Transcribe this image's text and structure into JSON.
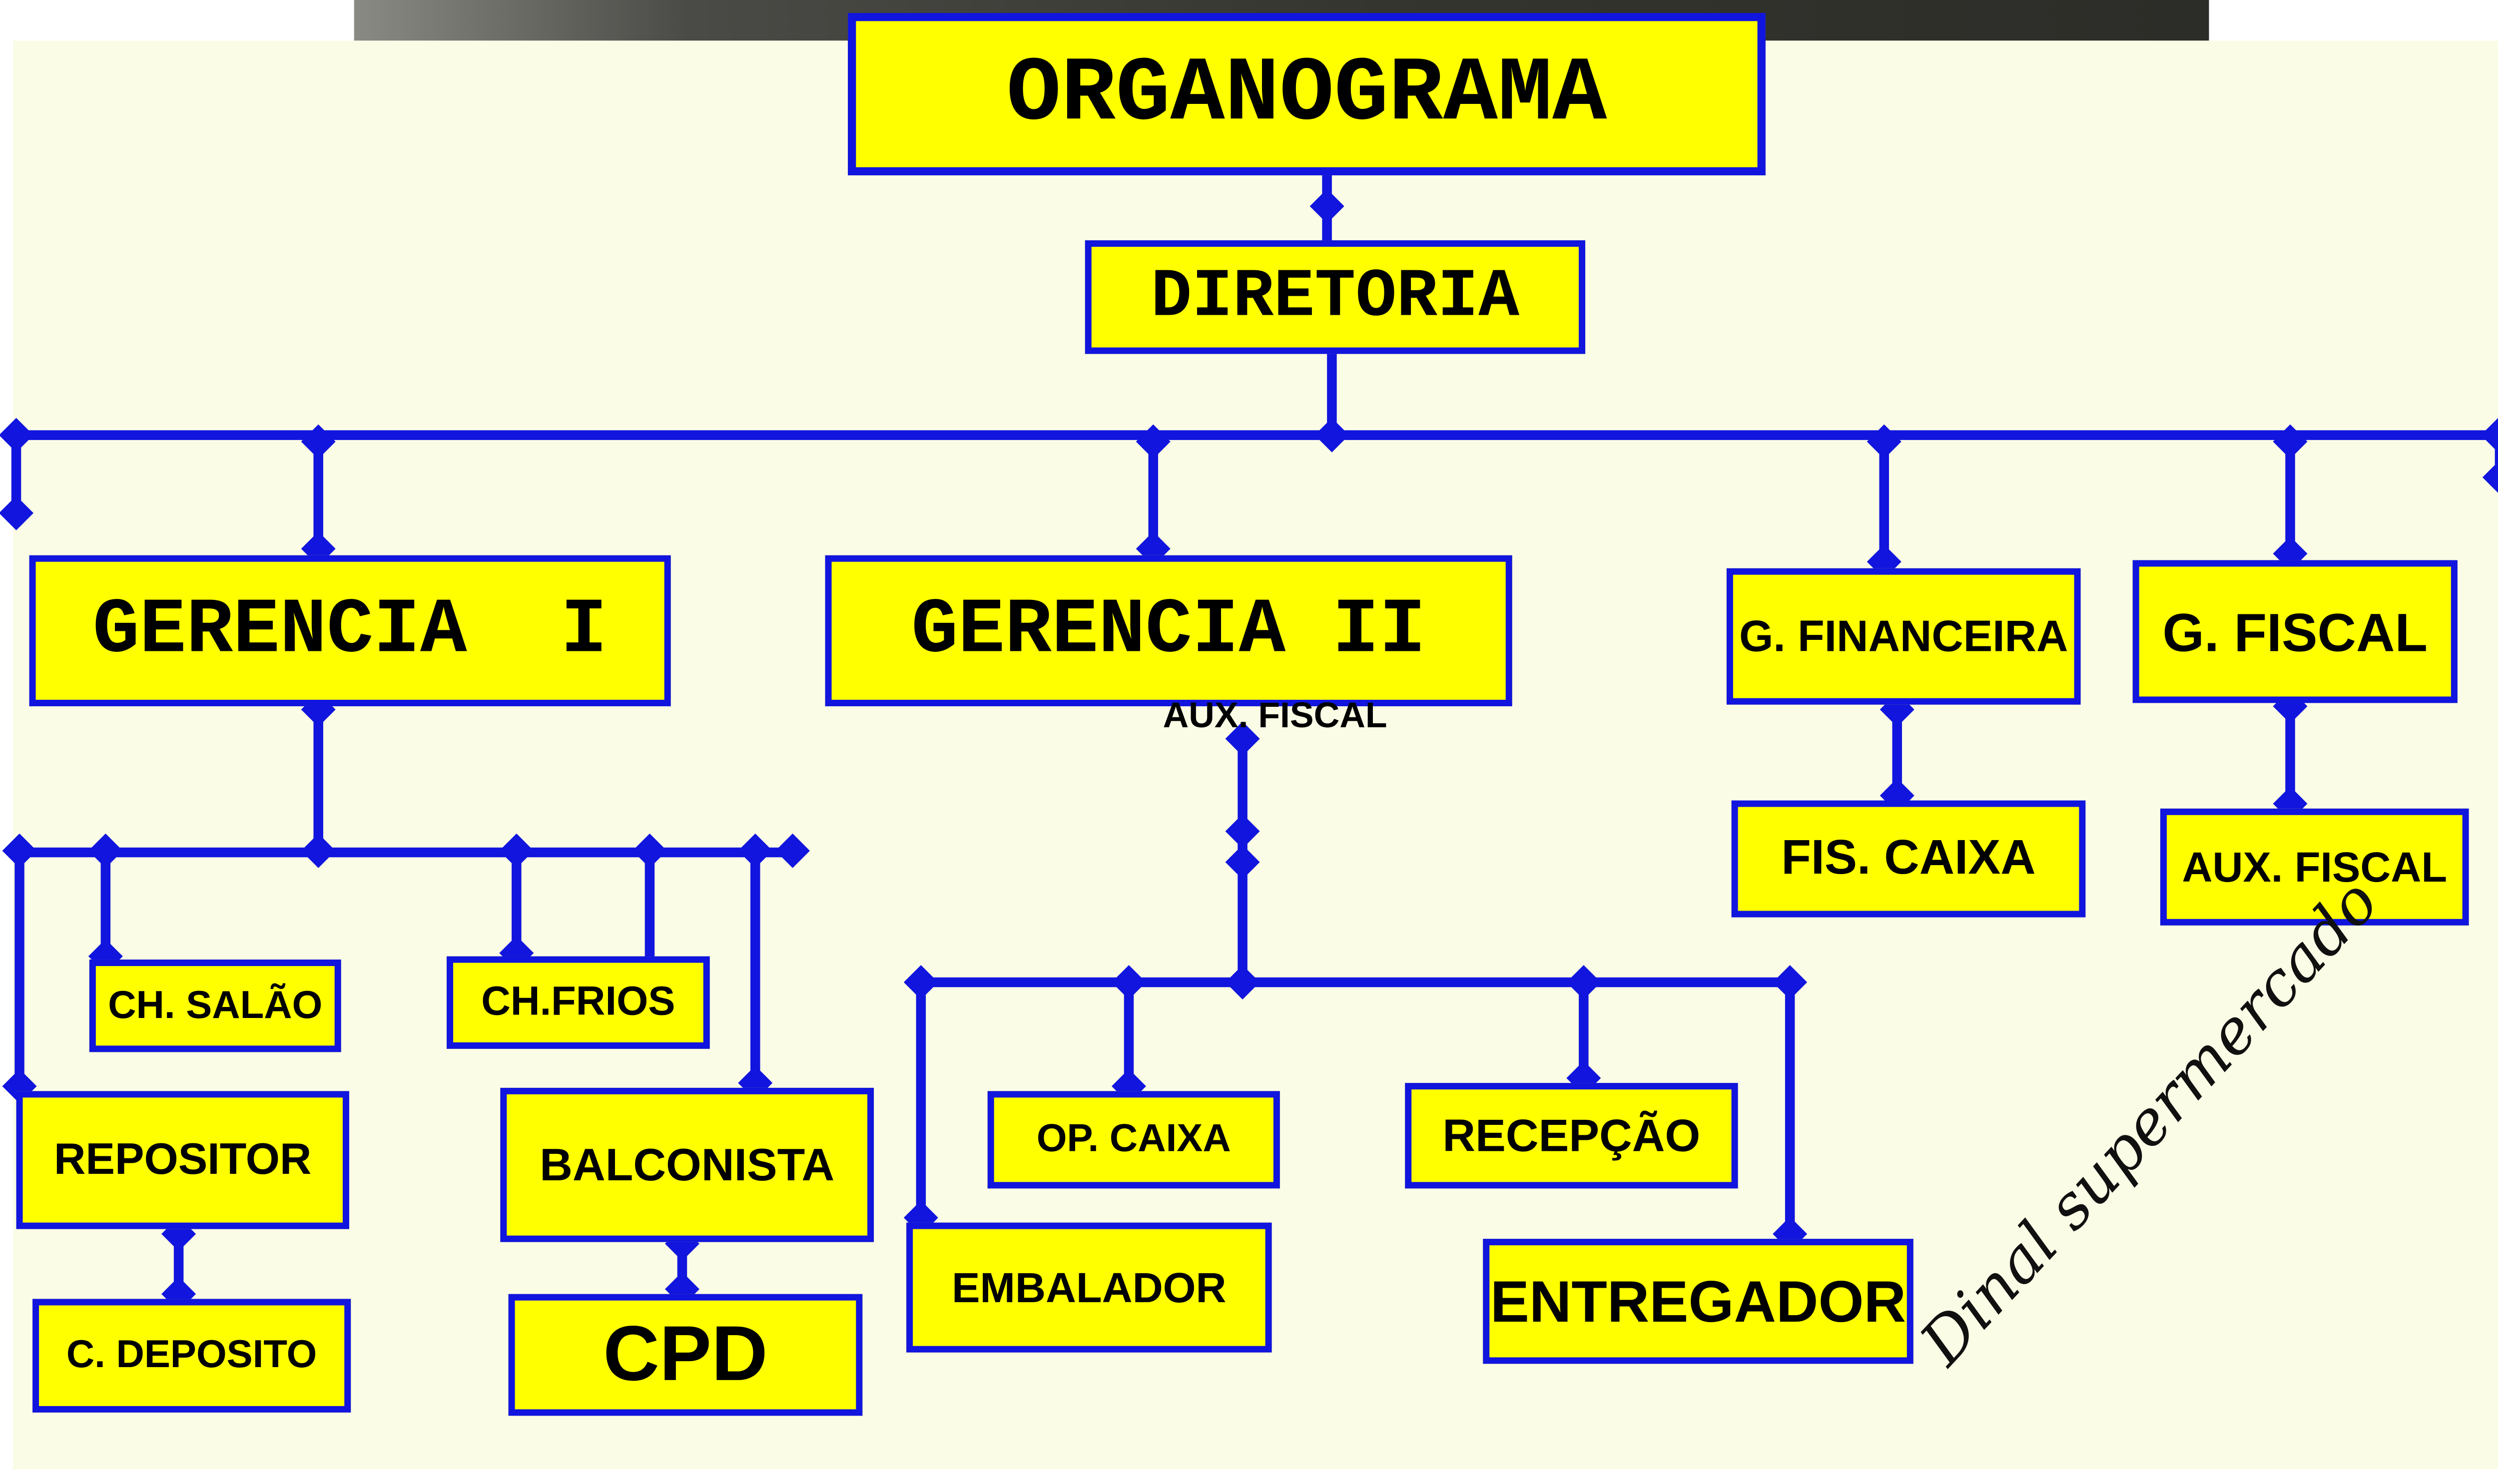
{
  "title": "ORGANOGRAMA",
  "nodes": {
    "organograma": "ORGANOGRAMA",
    "diretoria": "DIRETORIA",
    "gerencia_i": "GERENCIA  I",
    "gerencia_ii": "GERENCIA II",
    "g_financeira": "G. FINANCEIRA",
    "g_fiscal": "G. FISCAL",
    "fis_caixa": "FIS. CAIXA",
    "aux_fiscal_right": "AUX. FISCAL",
    "ch_salao": "CH. SALÃO",
    "ch_frios": "CH.FRIOS",
    "repositor": "REPOSITOR",
    "c_deposito": "C. DEPOSITO",
    "balconista": "BALCONISTA",
    "cpd": "CPD",
    "op_caixa": "OP. CAIXA",
    "recepcao": "RECEPÇÃO",
    "embalador": "EMBALADOR",
    "entregador": "ENTREGADOR"
  },
  "annotations": {
    "aux_fiscal_note": "AUX. FISCAL",
    "signature": "Dinal supermercado"
  },
  "colors": {
    "box_fill": "#ffff00",
    "line_and_border": "#1115dd",
    "background_panel": "#fbfce6",
    "text": "#000000"
  }
}
